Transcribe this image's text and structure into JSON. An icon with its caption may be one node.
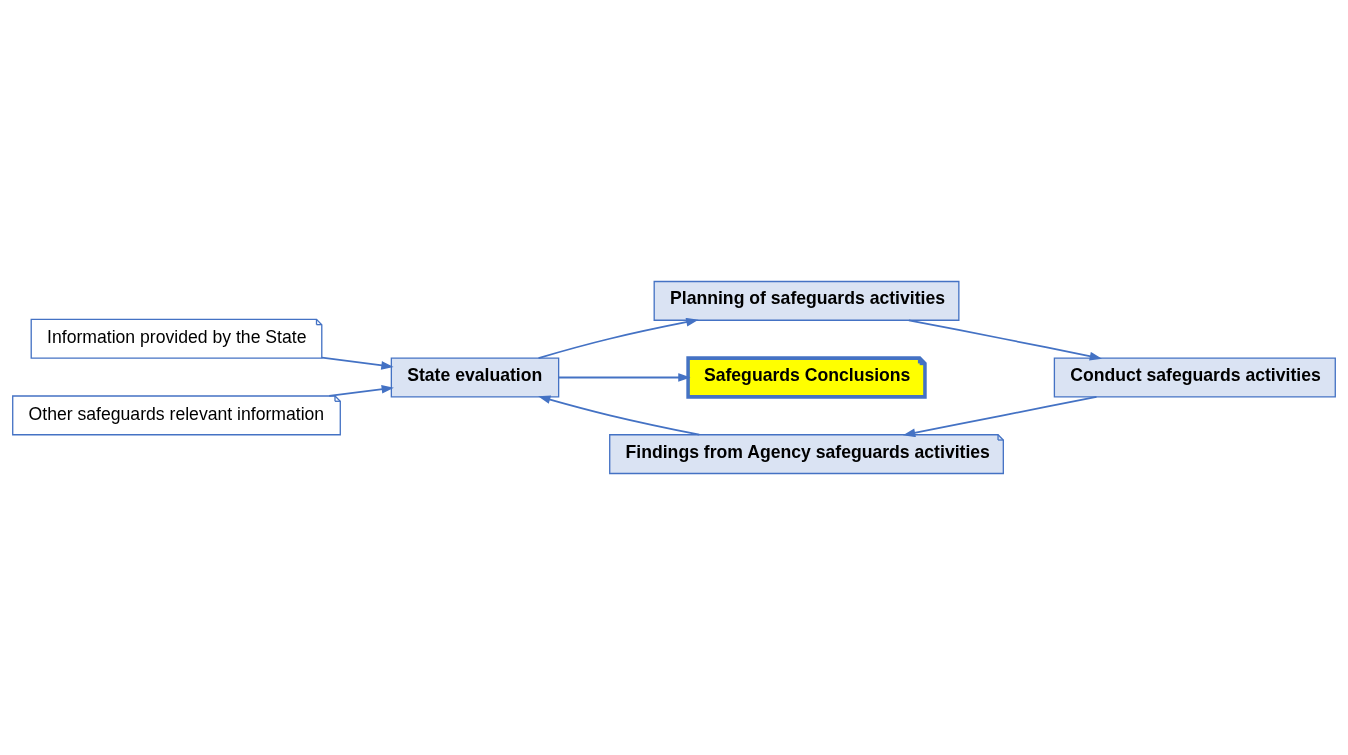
{
  "diagram": {
    "nodes": [
      {
        "text": [
          "Information provided by the State"
        ]
      },
      {
        "text": [
          "Other safeguards relevant information"
        ]
      },
      {
        "text": [
          "State evaluation"
        ]
      },
      {
        "text": [
          "Planning of safeguards activities"
        ]
      },
      {
        "text": [
          "Safeguards Conclusions"
        ]
      },
      {
        "text": [
          "Conduct safeguards activities"
        ]
      },
      {
        "text": [
          "Findings from Agency safeguards activities"
        ]
      }
    ],
    "edges": [
      {
        "from": 0,
        "to": 2,
        "arrow": "to"
      },
      {
        "from": 1,
        "to": 2,
        "arrow": "to"
      },
      {
        "from": 2,
        "to": 3,
        "arrow": "to"
      },
      {
        "from": 2,
        "to": 4,
        "arrow": "to"
      },
      {
        "from": 3,
        "to": 5,
        "arrow": "to"
      },
      {
        "from": 5,
        "to": 6,
        "arrow": "to"
      },
      {
        "from": 6,
        "to": 2,
        "arrow": "to"
      }
    ]
  }
}
